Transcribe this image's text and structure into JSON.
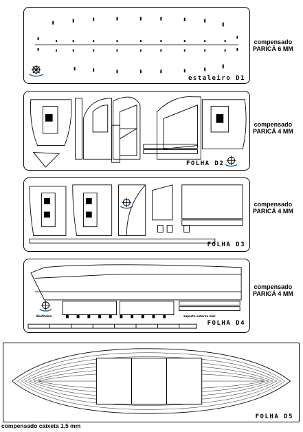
{
  "sheets": [
    {
      "stamp": "estaleiro D1",
      "material": [
        "compensado",
        "PARICÁ 6 MM"
      ]
    },
    {
      "stamp": "FOLHA D2",
      "material": [
        "compensado",
        "PARICÁ 4 MM"
      ]
    },
    {
      "stamp": "FOLHA D3",
      "material": [
        "compensado",
        "PARICÁ 4 MM"
      ]
    },
    {
      "stamp": "FOLHA D4",
      "material": [
        "compensado",
        "PARICÁ 4 MM"
      ]
    },
    {
      "stamp": "FOLHA D5",
      "material": [
        "compensado caixeta 1,5 mm"
      ]
    }
  ],
  "tiny_caption": "suporte externo mar",
  "logo_text": "Bostheinz"
}
